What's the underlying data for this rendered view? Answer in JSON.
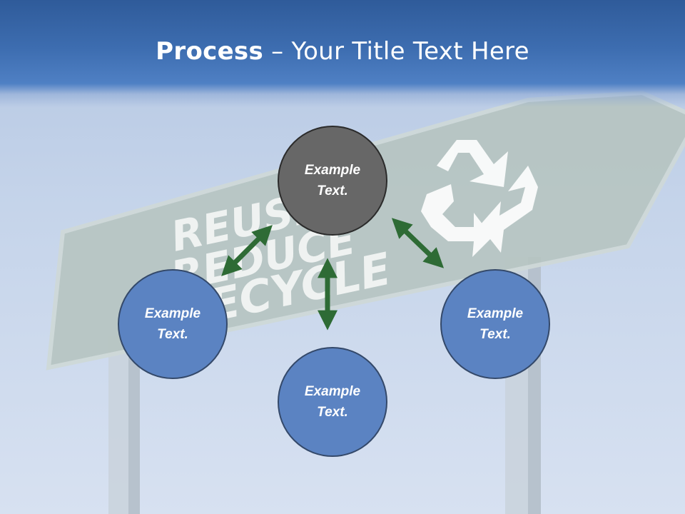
{
  "slide": {
    "title_bold": "Process",
    "title_rest": " – Your Title Text Here"
  },
  "sign": {
    "lines": [
      "REUSE",
      "REDUCE",
      "RECYCLE"
    ],
    "icon": "recycle-icon"
  },
  "diagram": {
    "nodes": [
      {
        "id": "top",
        "line1": "Example",
        "line2": "Text.",
        "color": "#676767"
      },
      {
        "id": "left",
        "line1": "Example",
        "line2": "Text.",
        "color": "#5b83c2"
      },
      {
        "id": "bottom",
        "line1": "Example",
        "line2": "Text.",
        "color": "#5b83c2"
      },
      {
        "id": "right",
        "line1": "Example",
        "line2": "Text.",
        "color": "#5b83c2"
      }
    ],
    "arrow_color": "#2e6b35"
  }
}
